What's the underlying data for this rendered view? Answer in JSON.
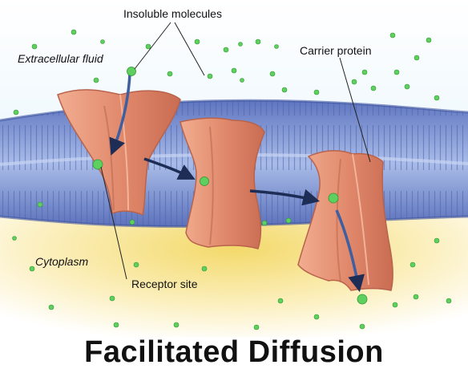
{
  "title": "Facilitated Diffusion",
  "labels": {
    "insoluble_molecules": "Insoluble molecules",
    "extracellular_fluid": "Extracellular fluid",
    "carrier_protein": "Carrier protein",
    "cytoplasm": "Cytoplasm",
    "receptor_site": "Receptor site"
  },
  "colors": {
    "membrane": "#7f95cf",
    "protein": "#e59478",
    "molecule": "#5fcf5f",
    "arrow": "#3f5fa0",
    "cytoplasm": "#f3dc6a"
  }
}
